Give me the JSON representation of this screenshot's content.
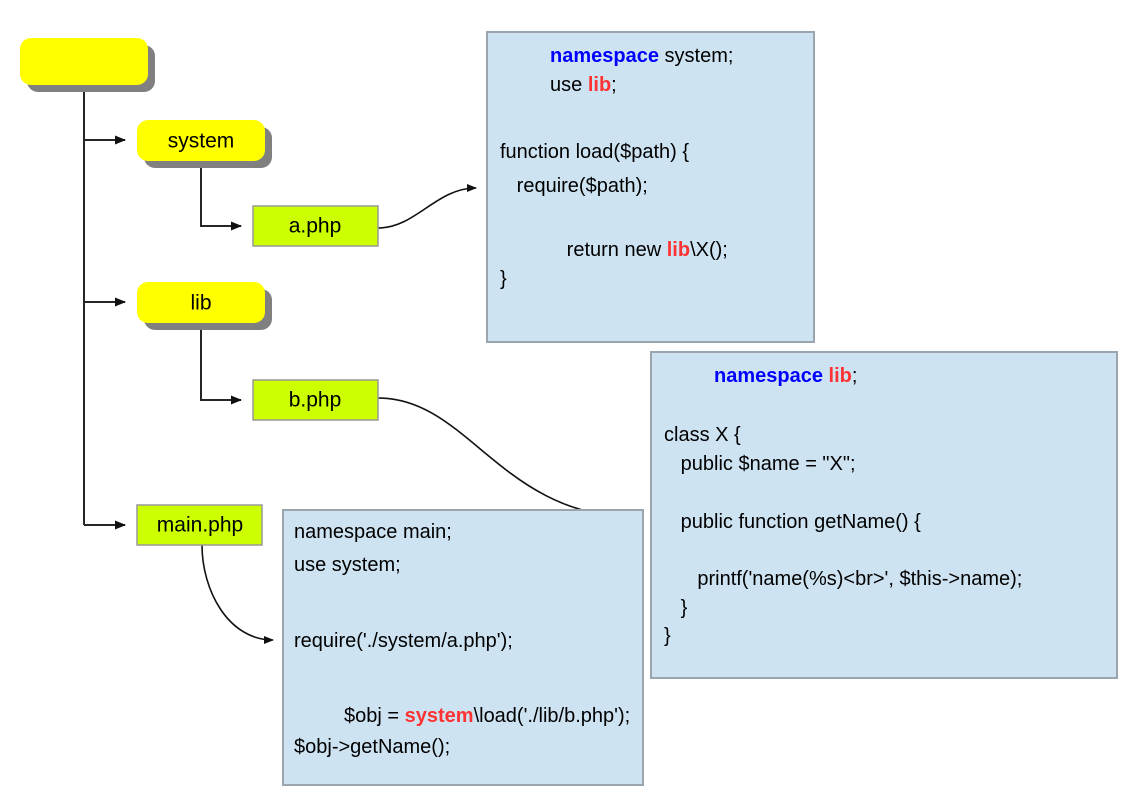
{
  "diagram": {
    "title": "PHP namespace autoload diagram",
    "colors": {
      "folder_fill": "#ffff00",
      "folder_shadow": "#808080",
      "file_fill": "#ccff00",
      "file_stroke": "#999999",
      "code_fill": "#cee3f2",
      "code_stroke": "#9aa5ad",
      "keyword_blue": "#0000ff",
      "keyword_red": "#ff3333",
      "edge": "#262626",
      "background": "#ffffff"
    },
    "nodes": [
      {
        "id": "root",
        "label": "",
        "kind": "folder"
      },
      {
        "id": "system",
        "label": "system",
        "kind": "folder"
      },
      {
        "id": "a_php",
        "label": "a.php",
        "kind": "file"
      },
      {
        "id": "lib",
        "label": "lib",
        "kind": "folder"
      },
      {
        "id": "b_php",
        "label": "b.php",
        "kind": "file"
      },
      {
        "id": "main_php",
        "label": "main.php",
        "kind": "file"
      }
    ],
    "edges": [
      {
        "from": "root",
        "to": "system",
        "type": "tree"
      },
      {
        "from": "root",
        "to": "lib",
        "type": "tree"
      },
      {
        "from": "root",
        "to": "main_php",
        "type": "tree"
      },
      {
        "from": "system",
        "to": "a_php",
        "type": "tree"
      },
      {
        "from": "lib",
        "to": "b_php",
        "type": "tree"
      },
      {
        "from": "a_php",
        "to": "code_a",
        "type": "curve"
      },
      {
        "from": "b_php",
        "to": "code_b",
        "type": "curve"
      },
      {
        "from": "main_php",
        "to": "code_main",
        "type": "curve"
      }
    ],
    "code_blocks": [
      {
        "id": "code_a",
        "source_file": "a.php",
        "lines": [
          [
            {
              "t": "namespace",
              "s": "kw-ns"
            },
            {
              "t": " system;",
              "s": ""
            }
          ],
          [
            {
              "t": "use ",
              "s": ""
            },
            {
              "t": "lib",
              "s": "kw-lib"
            },
            {
              "t": ";",
              "s": ""
            }
          ],
          [],
          [
            {
              "t": "function load($path) {",
              "s": ""
            }
          ],
          [
            {
              "t": "   require($path);",
              "s": ""
            }
          ],
          [],
          [
            {
              "t": "   return new ",
              "s": ""
            },
            {
              "t": "lib",
              "s": "kw-lib"
            },
            {
              "t": "\\X();",
              "s": ""
            }
          ],
          [
            {
              "t": "}",
              "s": ""
            }
          ]
        ]
      },
      {
        "id": "code_b",
        "source_file": "b.php",
        "lines": [
          [
            {
              "t": "namespace",
              "s": "kw-ns"
            },
            {
              "t": " ",
              "s": ""
            },
            {
              "t": "lib",
              "s": "kw-lib"
            },
            {
              "t": ";",
              "s": ""
            }
          ],
          [],
          [
            {
              "t": "class X {",
              "s": ""
            }
          ],
          [
            {
              "t": "   public $name = \"X\";",
              "s": ""
            }
          ],
          [],
          [
            {
              "t": "   public function getName() {",
              "s": ""
            }
          ],
          [],
          [
            {
              "t": "      printf('name(%s)<br>', $this->name);",
              "s": ""
            }
          ],
          [
            {
              "t": "   }",
              "s": ""
            }
          ],
          [
            {
              "t": "}",
              "s": ""
            }
          ]
        ]
      },
      {
        "id": "code_main",
        "source_file": "main.php",
        "lines": [
          [
            {
              "t": "namespace main;",
              "s": ""
            }
          ],
          [
            {
              "t": "use system;",
              "s": ""
            }
          ],
          [],
          [],
          [
            {
              "t": "require('./system/a.php');",
              "s": ""
            }
          ],
          [],
          [],
          [
            {
              "t": "$obj = ",
              "s": ""
            },
            {
              "t": "system",
              "s": "kw-lib"
            },
            {
              "t": "\\load('./lib/b.php');",
              "s": ""
            }
          ],
          [
            {
              "t": "$obj->getName();",
              "s": ""
            }
          ]
        ]
      }
    ]
  }
}
